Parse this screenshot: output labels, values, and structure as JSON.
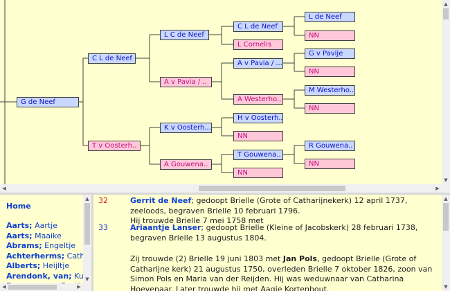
{
  "tree": {
    "gen0": "G de Neef",
    "gen1": [
      "C L de Neef",
      "T v Oosterh.."
    ],
    "gen2": [
      "L C de Neef",
      "A v Pavia / ..",
      "K v Oosterh...",
      "A Gouwena.."
    ],
    "gen3": [
      "C L de Neef",
      "L Cornelis",
      "A v Pavia / ...",
      "A Westerho..",
      "H v Oosterh..",
      "NN",
      "T Gouwena..",
      "NN"
    ],
    "gen4": [
      "L de Neef",
      "NN",
      "G v Pavije",
      "NN",
      "M Westerho..",
      "NN",
      "R Gouwena..",
      "NN"
    ]
  },
  "index": {
    "home": "Home",
    "entries": [
      {
        "surname": "Aarts;",
        "given": "Aartje"
      },
      {
        "surname": "Aarts;",
        "given": "Maaike"
      },
      {
        "surname": "Abrams;",
        "given": "Engeltje"
      },
      {
        "surname": "Achterherms;",
        "given": "Cath"
      },
      {
        "surname": "Alberts;",
        "given": "Heijltje"
      },
      {
        "surname": "Arendonk, van;",
        "given": "Ku"
      },
      {
        "surname": "Baggerman;",
        "given": "Bastia"
      }
    ]
  },
  "detail": {
    "e1": {
      "num": "32",
      "name": "Gerrit de Neef",
      "rest1": "; gedoopt Brielle (Grote of Catharijnekerk) 12 april 1737,",
      "line2": "zeeloods, begraven Brielle 10 februari 1796.",
      "line3": "Hij trouwde Brielle 7 mei 1758 met"
    },
    "e2": {
      "num": "33",
      "name": "Ariaantje Lanser",
      "rest1": "; gedoopt Brielle (Kleine of Jacobskerk) 28 februari 1738,",
      "line2": "begraven Brielle 13 augustus 1804."
    },
    "e3": {
      "pre": "Zij trouwde (2) Brielle 19 juni 1803 met ",
      "name": "Jan Pols",
      "post": ", gedoopt Brielle (Grote of",
      "line2": "Catharijne kerk) 21 augustus 1750, overleden Brielle 7 oktober 1826, zoon van",
      "line3": "Simon Pols en Maria van der Reijden. Hij was weduwnaar van Catharina",
      "line4": "Hoevenaar. Later trouwde hij met Aagje Kortenbout."
    }
  },
  "colors": {
    "male_bg": "#c8d8ff",
    "female_bg": "#ffc8d8",
    "pane_bg": "#ffffd0",
    "link": "#1040d0"
  }
}
